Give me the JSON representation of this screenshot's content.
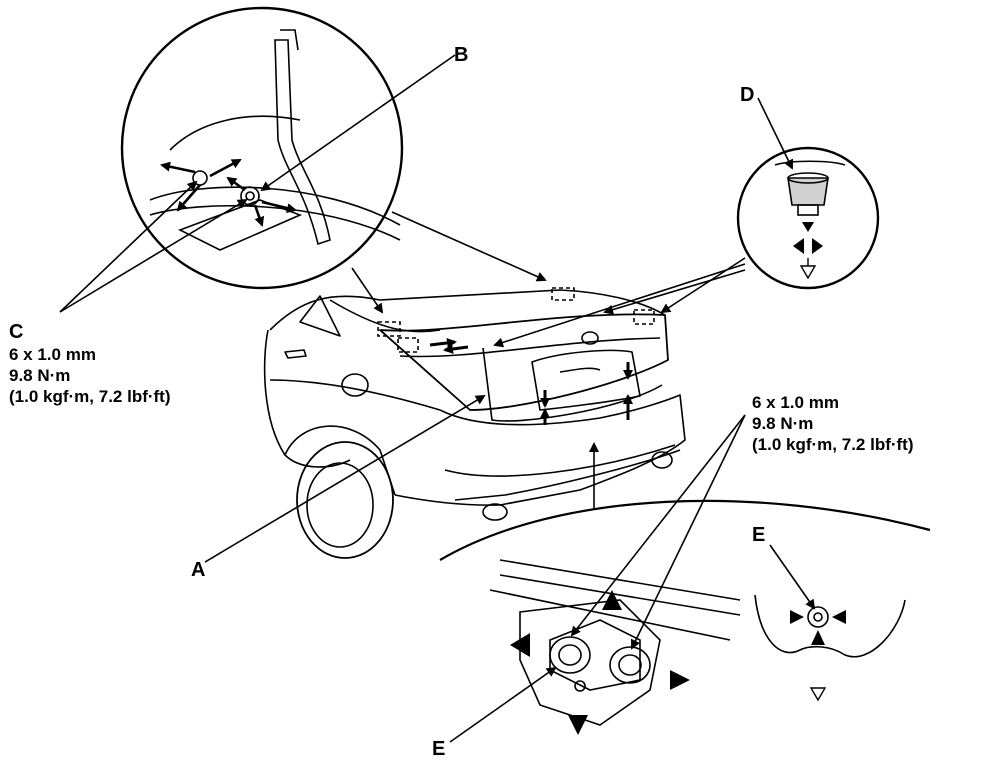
{
  "labels": {
    "a": "A",
    "b": "B",
    "c": "C",
    "d": "D",
    "e_upper": "E",
    "e_lower": "E"
  },
  "spec_c": {
    "size": "6 x 1.0 mm",
    "torque": "9.8 N·m",
    "alt": "(1.0 kgf·m, 7.2 lbf·ft)"
  },
  "spec_right": {
    "size": "6 x 1.0 mm",
    "torque": "9.8 N·m",
    "alt": "(1.0 kgf·m, 7.2 lbf·ft)"
  }
}
